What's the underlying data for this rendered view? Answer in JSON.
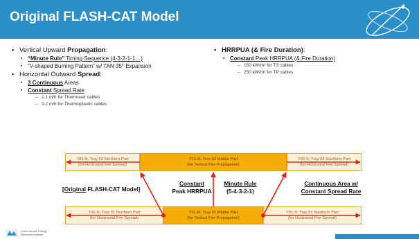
{
  "title": "Original FLASH-CAT Model",
  "left": {
    "vertical": {
      "prefix": "Vertical Upward ",
      "bold": "Propagation",
      "suffix": ":"
    },
    "minute_rule": {
      "bold": "“Minute Rule”",
      "rest": " Timing Sequence (4-3-2-1-1…)"
    },
    "v_shaped": "“V-shaped Burning Pattern” w/ TAN 35° Expansion",
    "horizontal": {
      "prefix": "Horizontal Outward ",
      "bold": "Spread",
      "suffix": ":"
    },
    "continuous": {
      "bold": "3 Continuous",
      "rest": " Areas"
    },
    "constant": {
      "bold": "Constant",
      "rest": " Spread Rate"
    },
    "rate_ts": "1.1 m/h for Thermoset cables",
    "rate_tp": "3.2 m/h for Thermoplastic cables"
  },
  "right": {
    "hrrpua": {
      "bold": "HRRPUA",
      "rest": " (& Fire Duration)",
      "suffix": ":"
    },
    "constant_peak": {
      "bold": "Constant",
      "rest": " Peak HRRPUA (& Fire Duration)"
    },
    "ts": "150 kW/m² for TS cables",
    "tp": "250 kW/m² for TP cables"
  },
  "diagram": {
    "t02n": [
      "T02-N: Tray 02 Northern Part",
      "(for Horizontal Fire Spread)"
    ],
    "t02m": [
      "T02-M: Tray 02 Middle Part",
      "(for Vertical Fire Propagation)"
    ],
    "t02s": [
      "T02-S: Tray 02 Southern Part",
      "(for Horizontal Fire Spread)"
    ],
    "t01n": [
      "T01-N: Tray 01 Northern Part",
      "(for Horizontal Fire Spread)"
    ],
    "t01m": [
      "T01-M: Tray 01 Middle Part",
      "(for Vertical Fire Propagation)"
    ],
    "t01s": [
      "T01-S: Tray 01 Southern Part",
      "(for Horizontal Fire Spread)"
    ],
    "model_label": {
      "open": "[",
      "u": "Original",
      "rest": " FLASH-CAT Model]"
    },
    "constant_peak": [
      "Constant",
      "Peak HRRPUA"
    ],
    "minute_rule": [
      "Minute Rule",
      "(5-4-3-2-1)"
    ],
    "continuous_area": [
      "Continuous Area w/",
      "Constant Spread Rate"
    ]
  },
  "footer": {
    "org_line1": "Korea Atomic Energy",
    "org_line2": "Research Institute"
  },
  "colors": {
    "title_bar": "#2a8fc8",
    "middle_box": "#f5ad0a",
    "side_box": "#fdf0d4",
    "arrow": "#e0201b"
  }
}
